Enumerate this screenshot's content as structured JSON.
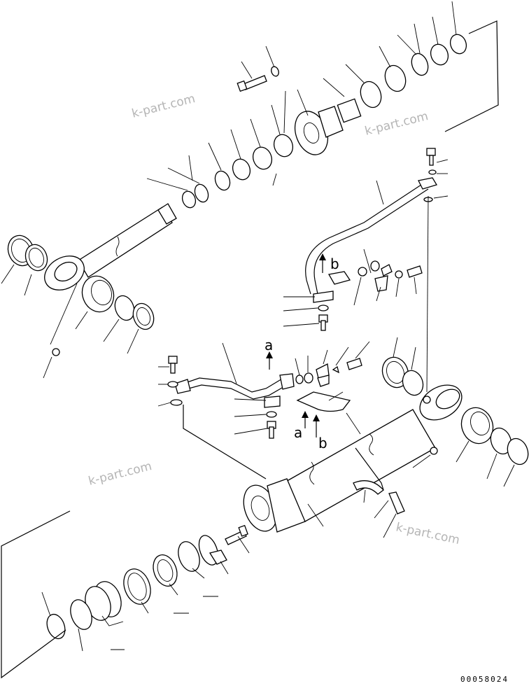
{
  "watermark": {
    "text": "k-part.com"
  },
  "markers": {
    "a": "a",
    "b": "b"
  },
  "drawing_code": "00058024",
  "icons": [
    "arrow-up-icon"
  ]
}
